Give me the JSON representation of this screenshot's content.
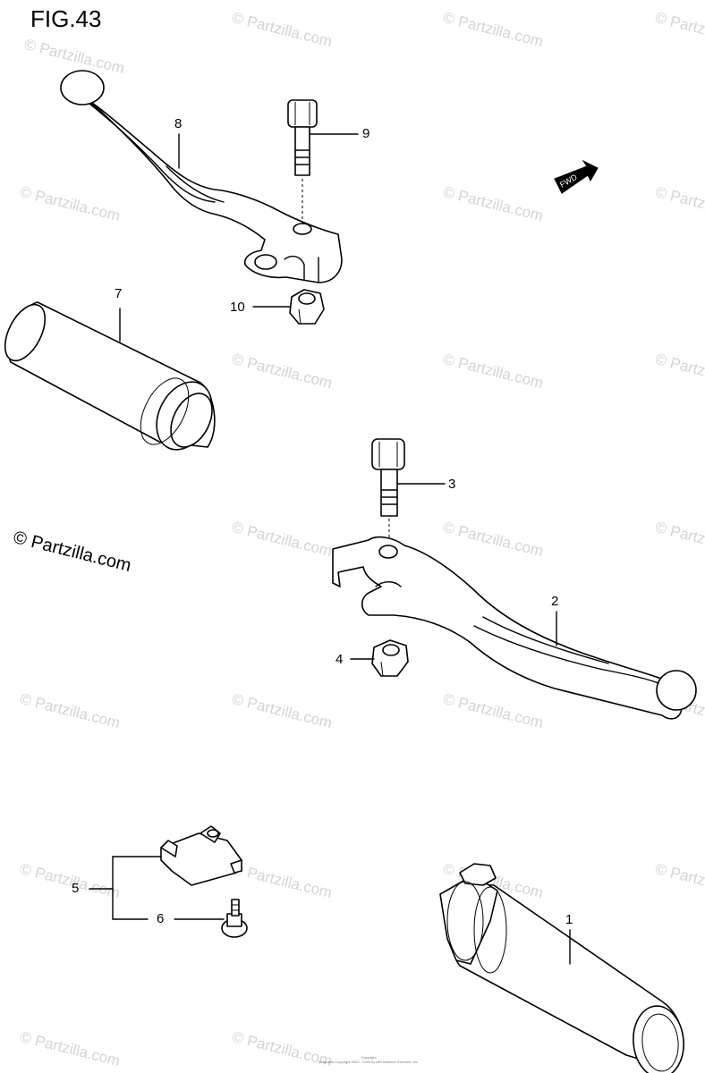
{
  "figure": {
    "title": "FIG.43"
  },
  "copyright": "© Partzilla.com",
  "watermark": "© Partzilla.com",
  "fwd_label": "FWD",
  "footer": {
    "line1": "Copyright",
    "line2": "Diagrams Copyright 2002 - 2020 by ARI Network Services, Inc."
  },
  "callouts": {
    "c1": "1",
    "c2": "2",
    "c3": "3",
    "c4": "4",
    "c5": "5",
    "c6": "6",
    "c7": "7",
    "c8": "8",
    "c9": "9",
    "c10": "10"
  }
}
